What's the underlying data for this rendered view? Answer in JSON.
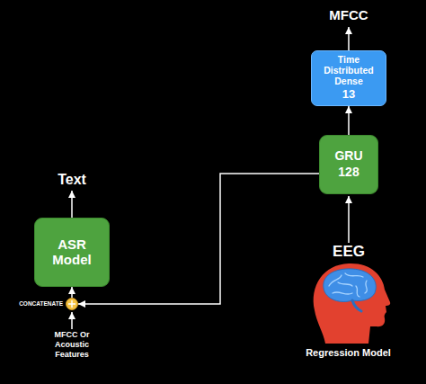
{
  "diagram": {
    "nodes": [
      {
        "text": [
          "Time Distributed Dense",
          "13"
        ]
      },
      {
        "text": [
          "GRU",
          "128"
        ]
      },
      {
        "text": [
          "ASR Model"
        ]
      },
      {
        "text": [
          "CONCATENATE"
        ]
      }
    ],
    "edges": [
      {
        "from": 1,
        "to": 0,
        "arrow": "to"
      },
      {
        "from": 1,
        "to": 3,
        "arrow": "to"
      },
      {
        "from": 3,
        "to": 2,
        "arrow": "to"
      }
    ],
    "labels": [
      "MFCC",
      "Text",
      "EEG",
      "MFCC Or Acoustic Features",
      "Regression Model"
    ]
  }
}
